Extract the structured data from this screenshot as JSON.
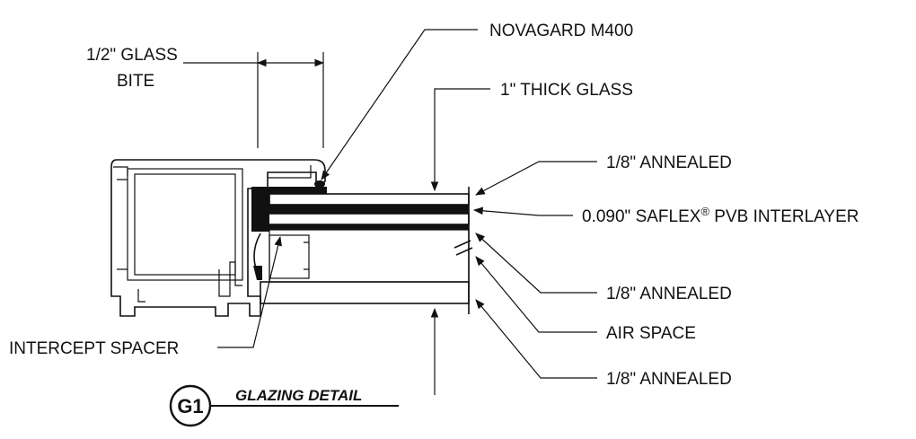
{
  "labels": {
    "glass_bite_line1": "1/2\" GLASS",
    "glass_bite_line2": "BITE",
    "novagard": "NOVAGARD M400",
    "thick_glass": "1\" THICK GLASS",
    "annealed_top": "1/8\" ANNEALED",
    "interlayer_prefix": "0.090\" SAFLEX",
    "interlayer_reg": "®",
    "interlayer_suffix": " PVB INTERLAYER",
    "annealed_mid": "1/8\" ANNEALED",
    "air_space": "AIR SPACE",
    "annealed_bottom": "1/8\" ANNEALED",
    "intercept_spacer": "INTERCEPT SPACER"
  },
  "title": {
    "badge": "G1",
    "text": "GLAZING DETAIL"
  }
}
